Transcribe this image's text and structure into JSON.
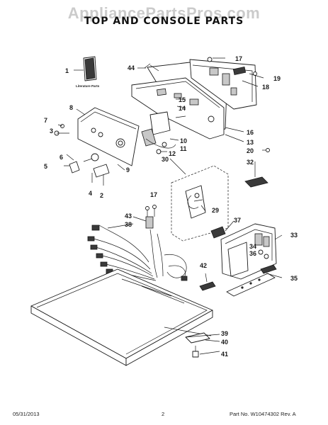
{
  "watermark": "AppliancePartsPros.com",
  "title": "TOP AND CONSOLE PARTS",
  "literature_label": "Literature Parts",
  "footer": {
    "date": "05/31/2013",
    "page": "2",
    "part_info": "Part No. W10474302  Rev. A"
  },
  "callouts": {
    "c1": "1",
    "c2": "2",
    "c3": "3",
    "c4": "4",
    "c5": "5",
    "c6": "6",
    "c7": "7",
    "c8": "8",
    "c9": "9",
    "c10": "10",
    "c11": "11",
    "c12": "12",
    "c13": "13",
    "c14": "14",
    "c15": "15",
    "c16": "16",
    "c17a": "17",
    "c17b": "17",
    "c18": "18",
    "c19": "19",
    "c20": "20",
    "c29": "29",
    "c30": "30",
    "c32": "32",
    "c33": "33",
    "c34": "34",
    "c35": "35",
    "c36": "36",
    "c37": "37",
    "c38": "38",
    "c39": "39",
    "c40": "40",
    "c41": "41",
    "c42": "42",
    "c43": "43",
    "c44": "44"
  }
}
